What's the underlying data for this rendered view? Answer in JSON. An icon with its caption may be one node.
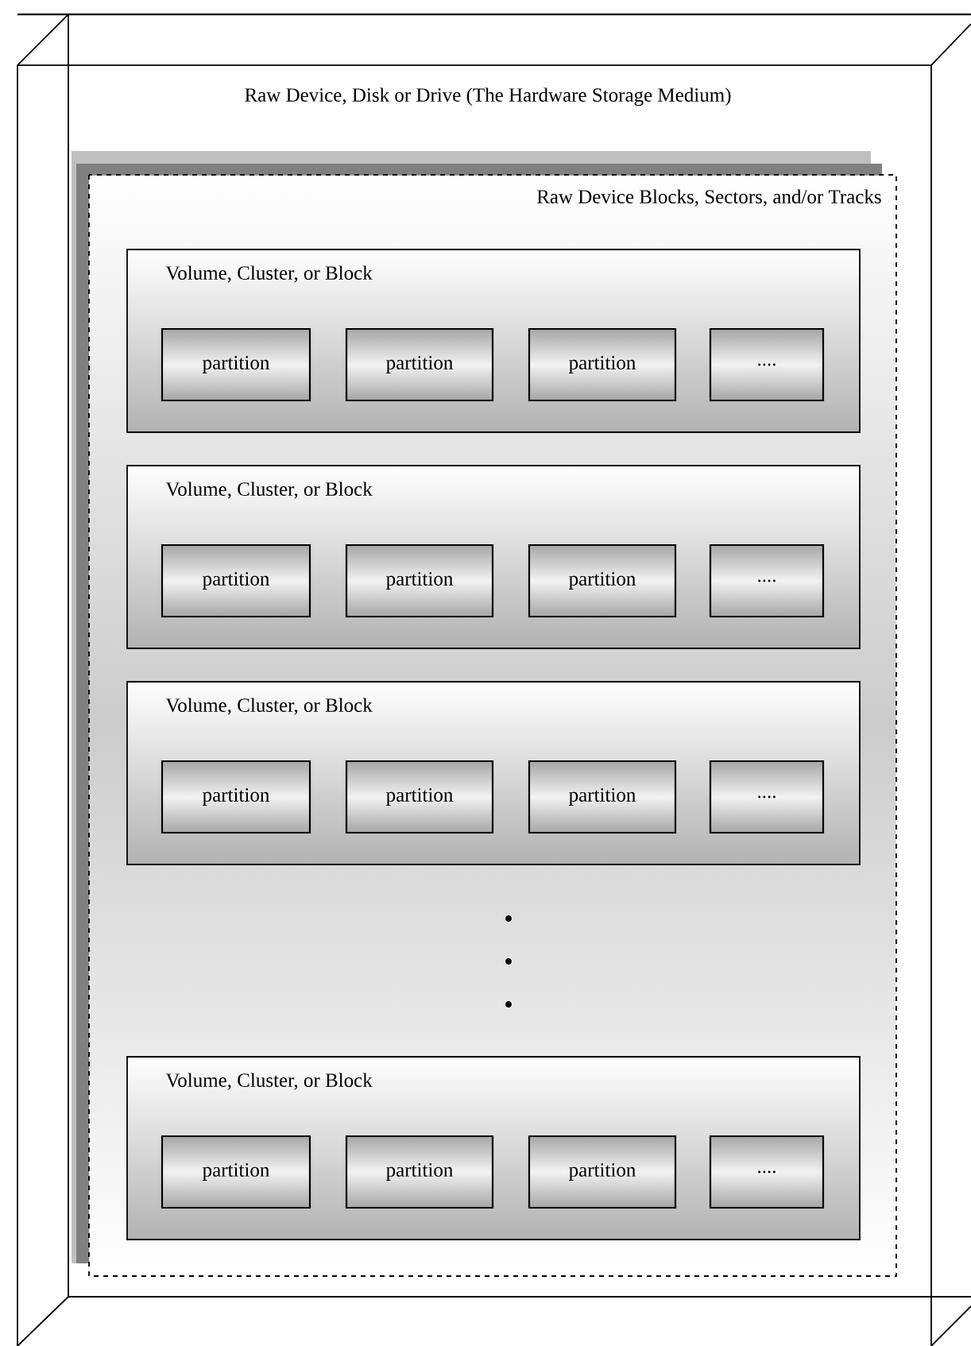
{
  "diagram": {
    "nodes": [
      {
        "text": [
          "Raw Device, Disk or Drive (The Hardware Storage Medium)"
        ]
      },
      {
        "text": [
          "Raw Device Blocks, Sectors, and/or Tracks"
        ],
        "in": 0
      },
      {
        "text": [
          "Volume, Cluster, or Block"
        ],
        "in": 1
      },
      {
        "text": [
          "partition"
        ],
        "in": 2
      },
      {
        "text": [
          "partition"
        ],
        "in": 2
      },
      {
        "text": [
          "partition"
        ],
        "in": 2
      },
      {
        "text": [
          "...."
        ],
        "in": 2
      },
      {
        "text": [
          "Volume, Cluster, or Block"
        ],
        "in": 1
      },
      {
        "text": [
          "partition"
        ],
        "in": 7
      },
      {
        "text": [
          "partition"
        ],
        "in": 7
      },
      {
        "text": [
          "partition"
        ],
        "in": 7
      },
      {
        "text": [
          "...."
        ],
        "in": 7
      },
      {
        "text": [
          "Volume, Cluster, or Block"
        ],
        "in": 1
      },
      {
        "text": [
          "partition"
        ],
        "in": 12
      },
      {
        "text": [
          "partition"
        ],
        "in": 12
      },
      {
        "text": [
          "partition"
        ],
        "in": 12
      },
      {
        "text": [
          "...."
        ],
        "in": 12
      },
      {
        "text": [
          "Volume, Cluster, or Block"
        ],
        "in": 1
      },
      {
        "text": [
          "partition"
        ],
        "in": 17
      },
      {
        "text": [
          "partition"
        ],
        "in": 17
      },
      {
        "text": [
          "partition"
        ],
        "in": 17
      },
      {
        "text": [
          "...."
        ],
        "in": 17
      }
    ]
  }
}
